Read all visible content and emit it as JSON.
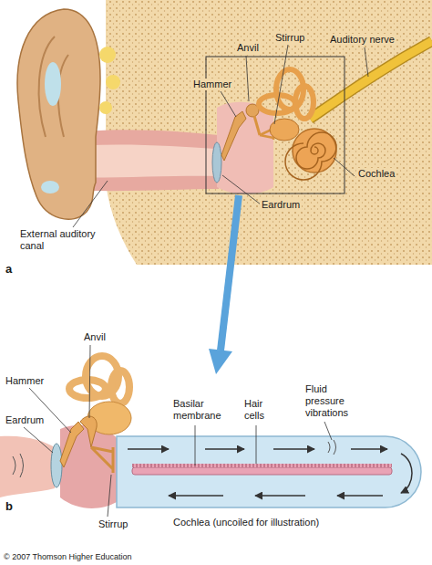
{
  "diagram": {
    "labels": [
      "Anvil",
      "Stirrup",
      "Auditory nerve",
      "Hammer",
      "Eardrum",
      "Cochlea",
      "External auditory canal",
      "a",
      "Anvil",
      "Hammer",
      "Eardrum",
      "Basilar membrane",
      "Hair cells",
      "Fluid pressure vibrations",
      "Stirrup",
      "Cochlea (uncoiled for illustration)",
      "b",
      "© 2007 Thomson Higher Education"
    ]
  }
}
